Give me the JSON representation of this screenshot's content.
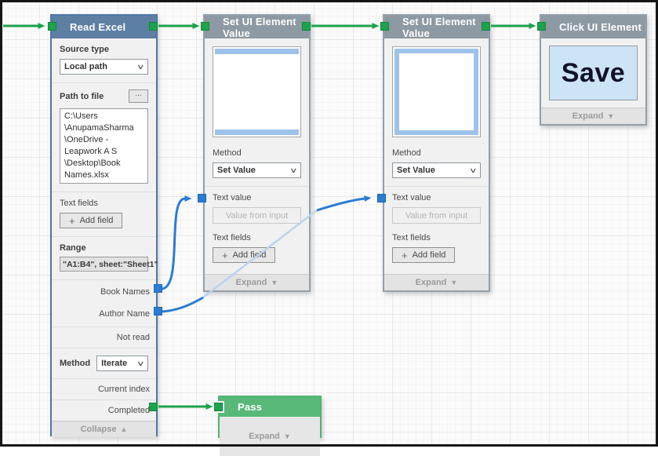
{
  "icons": {
    "dropdown_chevron": "∨",
    "expand_arrow": "▼",
    "collapse_arrow": "▲",
    "add_plus": "+",
    "browse_ellipsis": "..."
  },
  "colors": {
    "read_excel_header": "#5e7fa4",
    "action_header": "#8d99a3",
    "pass_header": "#58b878",
    "flow_connector_green": "#1ea24c",
    "data_connector_blue": "#2b7cd3",
    "data_connector_overlap": "#b9d3ee",
    "preview_accent_blue": "#9ec3ea",
    "save_button_bg": "#cde3f6"
  },
  "nodes": {
    "read_excel": {
      "title": "Read Excel",
      "source_type": {
        "label": "Source type",
        "value": "Local path"
      },
      "path_to_file": {
        "label": "Path to file",
        "value": "C:\\Users\n\\AnupamaSharma\n\\OneDrive -\nLeapwork A S\n\\Desktop\\Book\nNames.xlsx"
      },
      "text_fields": {
        "label": "Text fields",
        "add_button": "Add field"
      },
      "range": {
        "label": "Range",
        "value": "\"A1:B4\", sheet:\"Sheet1\""
      },
      "outputs": {
        "book_names": "Book Names",
        "author_name": "Author Name",
        "not_read": "Not read",
        "current_index": "Current index",
        "completed": "Completed"
      },
      "method": {
        "label": "Method",
        "value": "Iterate"
      },
      "footer": "Collapse"
    },
    "set_value_1": {
      "title": "Set UI Element Value",
      "method": {
        "label": "Method",
        "value": "Set Value"
      },
      "text_value": {
        "label": "Text value",
        "placeholder": "Value from input"
      },
      "text_fields": {
        "label": "Text fields",
        "add_button": "Add field"
      },
      "footer": "Expand"
    },
    "set_value_2": {
      "title": "Set UI Element Value",
      "method": {
        "label": "Method",
        "value": "Set Value"
      },
      "text_value": {
        "label": "Text value",
        "placeholder": "Value from input"
      },
      "text_fields": {
        "label": "Text fields",
        "add_button": "Add field"
      },
      "footer": "Expand"
    },
    "click_ui": {
      "title": "Click UI Element",
      "preview_text": "Save",
      "footer": "Expand"
    },
    "pass": {
      "title": "Pass",
      "footer": "Expand"
    }
  },
  "connections": [
    {
      "from": "canvas-left",
      "to": "Read Excel",
      "type": "flow"
    },
    {
      "from": "Read Excel",
      "to": "Set UI Element Value (1)",
      "type": "flow"
    },
    {
      "from": "Set UI Element Value (1)",
      "to": "Set UI Element Value (2)",
      "type": "flow"
    },
    {
      "from": "Set UI Element Value (2)",
      "to": "Click UI Element",
      "type": "flow"
    },
    {
      "from": "Read Excel: Book Names",
      "to": "Set UI Element Value (1): Text value",
      "type": "data"
    },
    {
      "from": "Read Excel: Author Name",
      "to": "Set UI Element Value (2): Text value",
      "type": "data"
    },
    {
      "from": "Read Excel: Completed",
      "to": "Pass",
      "type": "flow"
    }
  ]
}
